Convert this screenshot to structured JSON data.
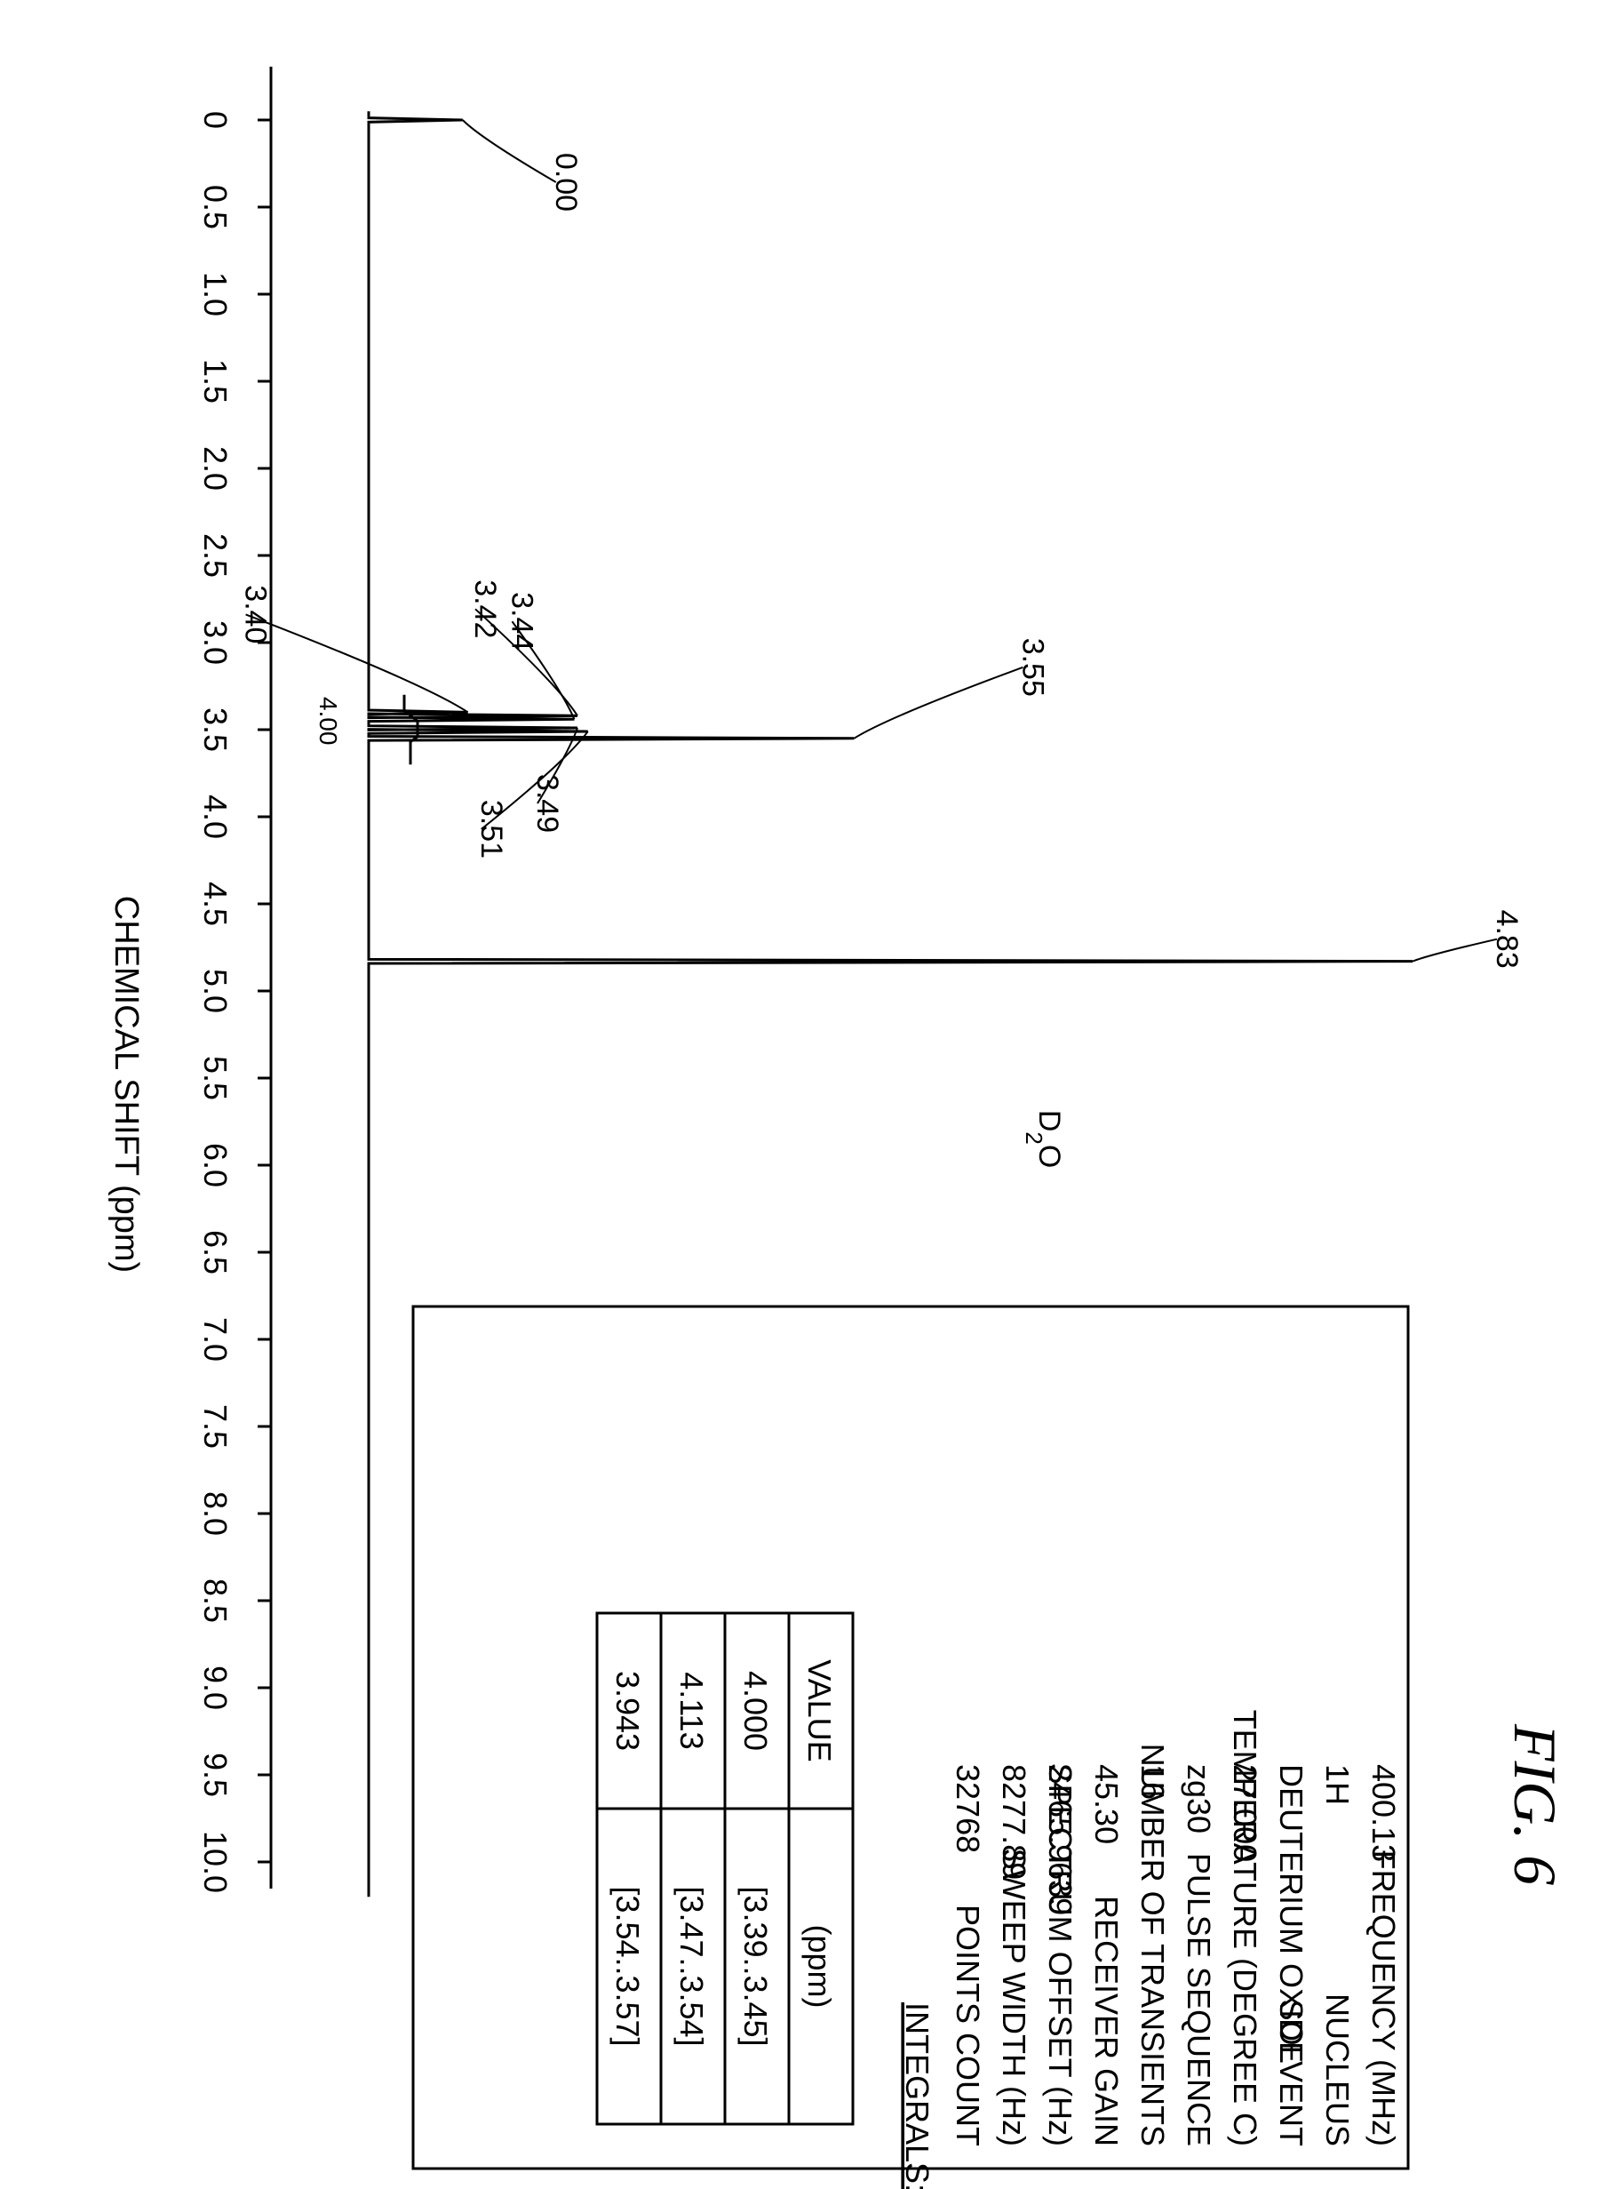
{
  "figure": {
    "label": "FIG. 6"
  },
  "params": [
    {
      "name": "FREQUENCY (MHz)",
      "value": "400.13"
    },
    {
      "name": "NUCLEUS",
      "value": "1H"
    },
    {
      "name": "SOLVENT",
      "value": "DEUTERIUM OXIDE"
    },
    {
      "name": "TEMPERATURE (DEGREE C)",
      "value": "27.000"
    },
    {
      "name": "PULSE SEQUENCE",
      "value": "zg30"
    },
    {
      "name": "NUMBER OF TRANSIENTS",
      "value": "16"
    },
    {
      "name": "RECEIVER GAIN",
      "value": "45.30"
    },
    {
      "name": "SPECTRUM OFFSET (Hz)",
      "value": "2465.9639"
    },
    {
      "name": "SWEEP WIDTH (Hz)",
      "value": "8277.89"
    },
    {
      "name": "POINTS COUNT",
      "value": "32768"
    }
  ],
  "integrals": {
    "title": "INTEGRALS:",
    "col_ppm": "(ppm)",
    "col_value": "VALUE",
    "rows": [
      {
        "range": "[3.39..3.45]",
        "value": "4.000"
      },
      {
        "range": "[3.47..3.54]",
        "value": "4.113"
      },
      {
        "range": "[3.54..3.57]",
        "value": "3.943"
      }
    ]
  },
  "chart_data": {
    "type": "line",
    "title": "FIG. 6",
    "xlabel": "CHEMICAL SHIFT (ppm)",
    "ylabel": "",
    "xlim": [
      10.0,
      0
    ],
    "x_reversed": true,
    "xticks": [
      0,
      0.5,
      1.0,
      1.5,
      2.0,
      2.5,
      3.0,
      3.5,
      4.0,
      4.5,
      5.0,
      5.5,
      6.0,
      6.5,
      7.0,
      7.5,
      8.0,
      8.5,
      9.0,
      9.5,
      10.0
    ],
    "xtick_labels": [
      "0",
      "0.5",
      "1.0",
      "1.5",
      "2.0",
      "2.5",
      "3.0",
      "3.5",
      "4.0",
      "4.5",
      "5.0",
      "5.5",
      "6.0",
      "6.5",
      "7.0",
      "7.5",
      "8.0",
      "8.5",
      "9.0",
      "9.5",
      "10.0"
    ],
    "peaks": [
      {
        "ppm": 4.83,
        "label": "4.83",
        "height": 1.0
      },
      {
        "ppm": 3.55,
        "label": "3.55",
        "height": 0.465
      },
      {
        "ppm": 3.51,
        "label": "3.51",
        "height": 0.21
      },
      {
        "ppm": 3.49,
        "label": "3.49",
        "height": 0.2
      },
      {
        "ppm": 3.44,
        "label": "3.44",
        "height": 0.197
      },
      {
        "ppm": 3.42,
        "label": "3.42",
        "height": 0.2
      },
      {
        "ppm": 3.4,
        "label": "3.40",
        "height": 0.095
      },
      {
        "ppm": 0.0,
        "label": "0.00",
        "height": 0.09
      }
    ],
    "integral_marker": {
      "ppm": 3.45,
      "label": "4.00"
    },
    "annotations": [
      {
        "text": "D",
        "sub": "2",
        "tail": "O",
        "ppm": 5.85
      }
    ]
  }
}
